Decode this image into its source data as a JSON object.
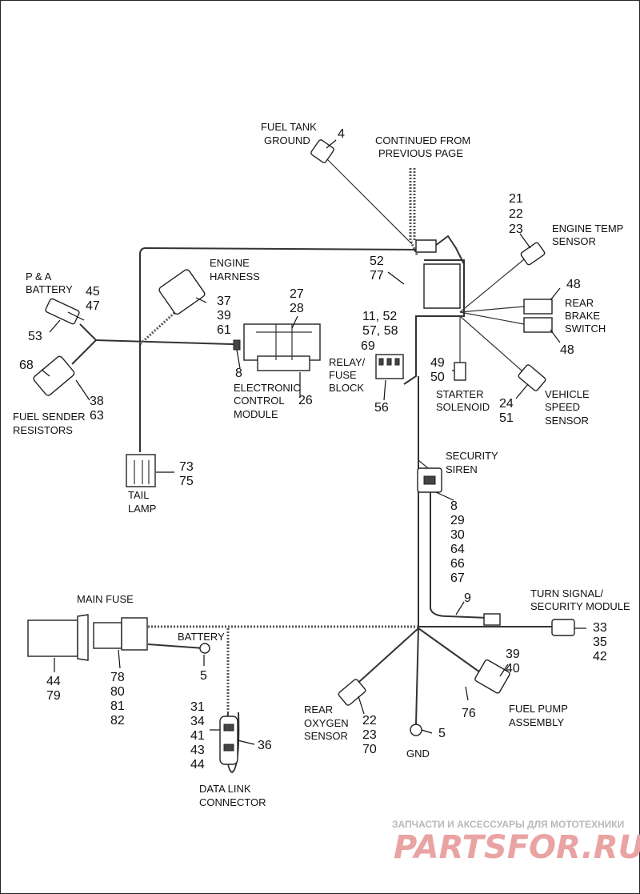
{
  "diagram": {
    "labels": {
      "fuel_tank_ground": [
        "FUEL TANK",
        "GROUND"
      ],
      "continued": [
        "CONTINUED FROM",
        "PREVIOUS PAGE"
      ],
      "engine_temp_sensor": [
        "ENGINE TEMP",
        "SENSOR"
      ],
      "pa_battery": [
        "P & A",
        "BATTERY"
      ],
      "engine_harness": [
        "ENGINE",
        "HARNESS"
      ],
      "rear_brake_switch": [
        "REAR",
        "BRAKE",
        "SWITCH"
      ],
      "relay_fuse_block": [
        "RELAY/",
        "FUSE",
        "BLOCK"
      ],
      "fuel_sender_resistors": [
        "FUEL SENDER",
        "RESISTORS"
      ],
      "electronic_control_module": [
        "ELECTRONIC",
        "CONTROL",
        "MODULE"
      ],
      "starter_solenoid": [
        "STARTER",
        "SOLENOID"
      ],
      "vehicle_speed_sensor": [
        "VEHICLE",
        "SPEED",
        "SENSOR"
      ],
      "security_siren": [
        "SECURITY",
        "SIREN"
      ],
      "tail_lamp": [
        "TAIL",
        "LAMP"
      ],
      "main_fuse": [
        "MAIN FUSE"
      ],
      "turn_signal_module": [
        "TURN SIGNAL/",
        "SECURITY MODULE"
      ],
      "battery": [
        "BATTERY"
      ],
      "fuel_pump_assembly": [
        "FUEL PUMP",
        "ASSEMBLY"
      ],
      "rear_oxygen_sensor": [
        "REAR",
        "OXYGEN",
        "SENSOR"
      ],
      "gnd": [
        "GND"
      ],
      "data_link_connector": [
        "DATA LINK",
        "CONNECTOR"
      ]
    },
    "callouts": {
      "c4": [
        "4"
      ],
      "c21": [
        "21",
        "22",
        "23"
      ],
      "c45": [
        "45",
        "47"
      ],
      "c53": [
        "53"
      ],
      "c37": [
        "37",
        "39",
        "61"
      ],
      "c27": [
        "27",
        "28"
      ],
      "c52": [
        "52",
        "77"
      ],
      "c11": [
        "11, 52",
        "57, 58"
      ],
      "c69": [
        "69"
      ],
      "c48a": [
        "48"
      ],
      "c48b": [
        "48"
      ],
      "c68": [
        "68"
      ],
      "c38": [
        "38",
        "63"
      ],
      "c8a": [
        "8"
      ],
      "c26": [
        "26"
      ],
      "c56": [
        "56"
      ],
      "c49": [
        "49",
        "50"
      ],
      "c24": [
        "24",
        "51"
      ],
      "c8b": [
        "8",
        "29",
        "30",
        "64",
        "66",
        "67"
      ],
      "c73": [
        "73",
        "75"
      ],
      "c9": [
        "9"
      ],
      "c33": [
        "33",
        "35",
        "42"
      ],
      "c44": [
        "44",
        "79"
      ],
      "c78": [
        "78",
        "80",
        "81",
        "82"
      ],
      "c5a": [
        "5"
      ],
      "c39": [
        "39",
        "40"
      ],
      "c76": [
        "76"
      ],
      "c22": [
        "22",
        "23",
        "70"
      ],
      "c5b": [
        "5"
      ],
      "c31": [
        "31",
        "34",
        "41",
        "43",
        "44"
      ],
      "c36": [
        "36"
      ]
    },
    "watermark": {
      "line": "ЗАПЧАСТИ И АКСЕССУАРЫ ДЛЯ МОТОТЕХНИКИ",
      "logo": "PARTSFOR.RU"
    }
  }
}
